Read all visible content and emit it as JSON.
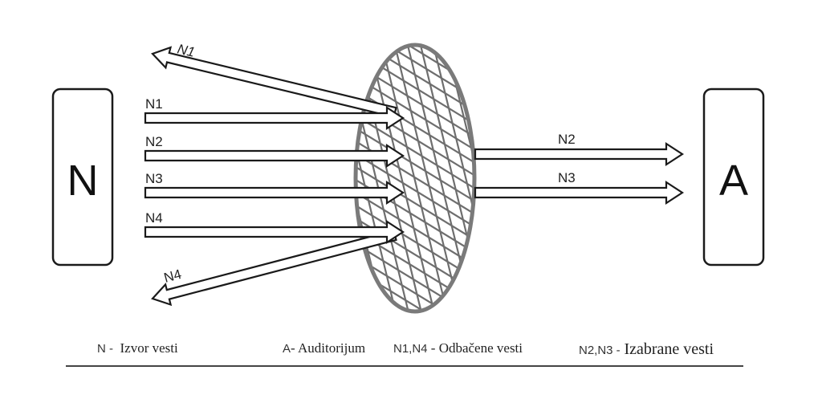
{
  "diagram": {
    "title": "Gatekeeping model: news sources filtered before reaching the audience",
    "source_box": {
      "label": "N"
    },
    "audience_box": {
      "label": "A"
    },
    "filter": {
      "name": "gatekeeper filter",
      "pattern": "crosshatch"
    },
    "incoming_arrows": [
      {
        "label": "N1"
      },
      {
        "label": "N2"
      },
      {
        "label": "N3"
      },
      {
        "label": "N4"
      }
    ],
    "rejected_arrows": [
      {
        "label": "N1"
      },
      {
        "label": "N4"
      }
    ],
    "passed_arrows": [
      {
        "label": "N2"
      },
      {
        "label": "N3"
      }
    ],
    "colors": {
      "stroke": "#1a1a1a",
      "filter_outline": "#7a7a7a",
      "hatch": "#6e6e6e",
      "arrow_fill": "#ffffff"
    }
  },
  "legend": [
    {
      "key": "N -",
      "desc": "Izvor vesti"
    },
    {
      "key": "A",
      "desc": "- Auditorijum"
    },
    {
      "key": "N1,N4",
      "desc": "- Odbačene vesti"
    },
    {
      "key": "N2,N3 -",
      "desc": "Izabrane vesti"
    }
  ]
}
